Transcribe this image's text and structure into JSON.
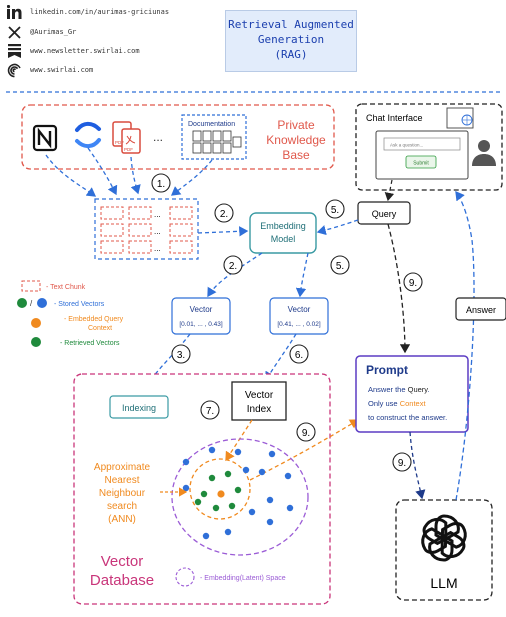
{
  "header": {
    "linkedin": "linkedin.com/in/aurimas-griciunas",
    "x_handle": "@Aurimas_Gr",
    "newsletter": "www.newsletter.swirlai.com",
    "website": "www.swirlai.com"
  },
  "title": {
    "line1": "Retrieval Augmented",
    "line2": "Generation",
    "line3": "(RAG)"
  },
  "knowledge_base": {
    "label_line1": "Private",
    "label_line2": "Knowledge",
    "label_line3": "Base",
    "documentation": "Documentation",
    "ellipsis": "...",
    "icons": [
      "notion-icon",
      "confluence-icon",
      "pdf-icon",
      "documentation-icon"
    ]
  },
  "steps": {
    "s1": "1.",
    "s2a": "2.",
    "s2b": "2.",
    "s3": "3.",
    "s5a": "5.",
    "s5b": "5.",
    "s6": "6.",
    "s7": "7.",
    "s9a": "9.",
    "s9b": "9.",
    "s9c": "9."
  },
  "embedding_model": {
    "line1": "Embedding",
    "line2": "Model"
  },
  "query": "Query",
  "answer": "Answer",
  "chat": {
    "title": "Chat Interface",
    "placeholder": "Ask a question...",
    "submit": "Submit"
  },
  "vectors": {
    "left_label": "Vector",
    "left_values": "[0.01, ... , 0.43]",
    "right_label": "Vector",
    "right_values": "[0.41, ... , 0.02]"
  },
  "legend": {
    "text_chunk": "- Text Chunk",
    "stored_vectors": "- Stored Vectors",
    "embedded_query_1": "- Embedded Query",
    "embedded_query_2": "Context",
    "retrieved_vectors": "- Retrieved Vectors"
  },
  "prompt": {
    "title": "Prompt",
    "line1_a": "Answer the",
    "line1_b": "Query",
    "line1_c": ".",
    "line2_a": "Only use",
    "line2_b": "Context",
    "line3": "to construct the answer."
  },
  "indexing": "Indexing",
  "vector_index": {
    "line1": "Vector",
    "line2": "Index"
  },
  "ann": {
    "line1": "Approximate",
    "line2": "Nearest",
    "line3": "Neighbour",
    "line4": "search",
    "line5": "(ANN)"
  },
  "vector_db": {
    "line1": "Vector",
    "line2": "Database"
  },
  "latent_space": "- Embedding(Latent) Space",
  "llm": "LLM",
  "colors": {
    "red": "#e0584b",
    "blue": "#2f6fd8",
    "green": "#1f8a3c",
    "orange": "#f08a1f",
    "purple": "#9b5cd6",
    "teal": "#3a9aa3",
    "navy": "#1e3a8a",
    "title_bg": "#e2ecfb"
  }
}
